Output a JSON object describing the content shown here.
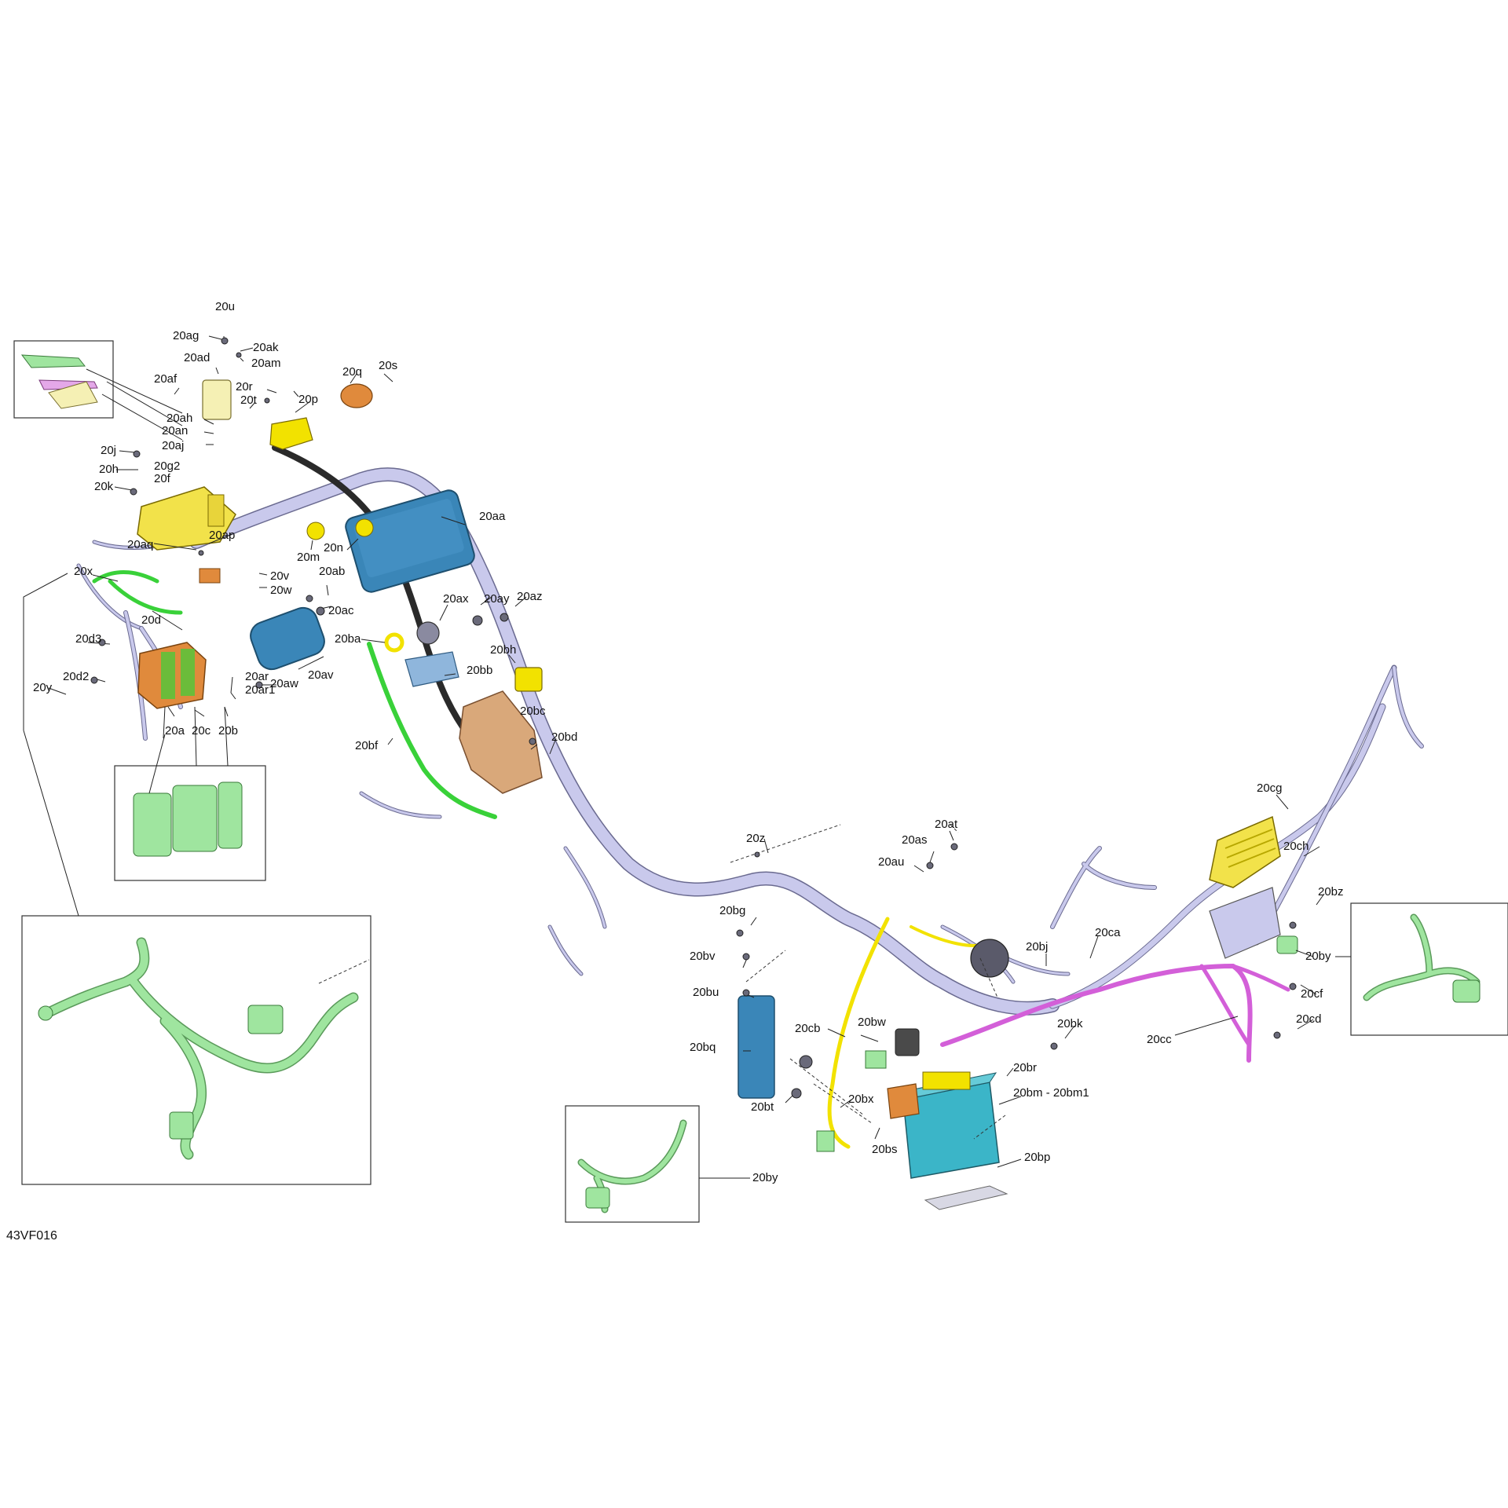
{
  "diagram": {
    "code": "43VF016",
    "colors": {
      "harness": "#c9c9ec",
      "green_harness": "#39d139",
      "light_green_detail": "#9fe59f",
      "yellow": "#f2e200",
      "orange": "#e08a3c",
      "blue": "#3a86b8",
      "teal": "#3bb5c8",
      "magenta": "#d35fd8",
      "pink": "#e4a8e8",
      "tan": "#d9a87a"
    },
    "labels": [
      {
        "id": "20u",
        "text": "20u"
      },
      {
        "id": "20ag",
        "text": "20ag"
      },
      {
        "id": "20ak",
        "text": "20ak"
      },
      {
        "id": "20am",
        "text": "20am"
      },
      {
        "id": "20ad",
        "text": "20ad"
      },
      {
        "id": "20af",
        "text": "20af"
      },
      {
        "id": "20q",
        "text": "20q"
      },
      {
        "id": "20s",
        "text": "20s"
      },
      {
        "id": "20r",
        "text": "20r"
      },
      {
        "id": "20t",
        "text": "20t"
      },
      {
        "id": "20p",
        "text": "20p"
      },
      {
        "id": "20ah",
        "text": "20ah"
      },
      {
        "id": "20an",
        "text": "20an"
      },
      {
        "id": "20aj",
        "text": "20aj"
      },
      {
        "id": "20j",
        "text": "20j"
      },
      {
        "id": "20h",
        "text": "20h"
      },
      {
        "id": "20g2",
        "text": "20g2"
      },
      {
        "id": "20f",
        "text": "20f"
      },
      {
        "id": "20k",
        "text": "20k"
      },
      {
        "id": "20aa",
        "text": "20aa"
      },
      {
        "id": "20ap",
        "text": "20ap"
      },
      {
        "id": "20m",
        "text": "20m"
      },
      {
        "id": "20n",
        "text": "20n"
      },
      {
        "id": "20aq",
        "text": "20aq"
      },
      {
        "id": "20x",
        "text": "20x"
      },
      {
        "id": "20v",
        "text": "20v"
      },
      {
        "id": "20w",
        "text": "20w"
      },
      {
        "id": "20ab",
        "text": "20ab"
      },
      {
        "id": "20ac",
        "text": "20ac"
      },
      {
        "id": "20ax",
        "text": "20ax"
      },
      {
        "id": "20ay",
        "text": "20ay"
      },
      {
        "id": "20az",
        "text": "20az"
      },
      {
        "id": "20d",
        "text": "20d"
      },
      {
        "id": "20d3",
        "text": "20d3"
      },
      {
        "id": "20ba",
        "text": "20ba"
      },
      {
        "id": "20bh",
        "text": "20bh"
      },
      {
        "id": "20av",
        "text": "20av"
      },
      {
        "id": "20bb",
        "text": "20bb"
      },
      {
        "id": "20d2",
        "text": "20d2"
      },
      {
        "id": "20y",
        "text": "20y"
      },
      {
        "id": "20ar",
        "text": "20ar"
      },
      {
        "id": "20ar1",
        "text": "20ar1"
      },
      {
        "id": "20aw",
        "text": "20aw"
      },
      {
        "id": "20a",
        "text": "20a"
      },
      {
        "id": "20c",
        "text": "20c"
      },
      {
        "id": "20b",
        "text": "20b"
      },
      {
        "id": "20bc",
        "text": "20bc"
      },
      {
        "id": "20bd",
        "text": "20bd"
      },
      {
        "id": "20bf",
        "text": "20bf"
      },
      {
        "id": "20cg",
        "text": "20cg"
      },
      {
        "id": "20ch",
        "text": "20ch"
      },
      {
        "id": "20z",
        "text": "20z"
      },
      {
        "id": "20at",
        "text": "20at"
      },
      {
        "id": "20as",
        "text": "20as"
      },
      {
        "id": "20au",
        "text": "20au"
      },
      {
        "id": "20bz",
        "text": "20bz"
      },
      {
        "id": "20bg",
        "text": "20bg"
      },
      {
        "id": "20ca",
        "text": "20ca"
      },
      {
        "id": "20bv",
        "text": "20bv"
      },
      {
        "id": "20bj",
        "text": "20bj"
      },
      {
        "id": "20by_right",
        "text": "20by"
      },
      {
        "id": "20cf",
        "text": "20cf"
      },
      {
        "id": "20bu",
        "text": "20bu"
      },
      {
        "id": "20cd",
        "text": "20cd"
      },
      {
        "id": "20bk",
        "text": "20bk"
      },
      {
        "id": "20cb",
        "text": "20cb"
      },
      {
        "id": "20bw",
        "text": "20bw"
      },
      {
        "id": "20cc",
        "text": "20cc"
      },
      {
        "id": "20bq",
        "text": "20bq"
      },
      {
        "id": "20br",
        "text": "20br"
      },
      {
        "id": "20bm",
        "text": "20bm - 20bm1"
      },
      {
        "id": "20bx",
        "text": "20bx"
      },
      {
        "id": "20bt",
        "text": "20bt"
      },
      {
        "id": "20bs",
        "text": "20bs"
      },
      {
        "id": "20bp",
        "text": "20bp"
      },
      {
        "id": "20by_bottom",
        "text": "20by"
      }
    ]
  }
}
